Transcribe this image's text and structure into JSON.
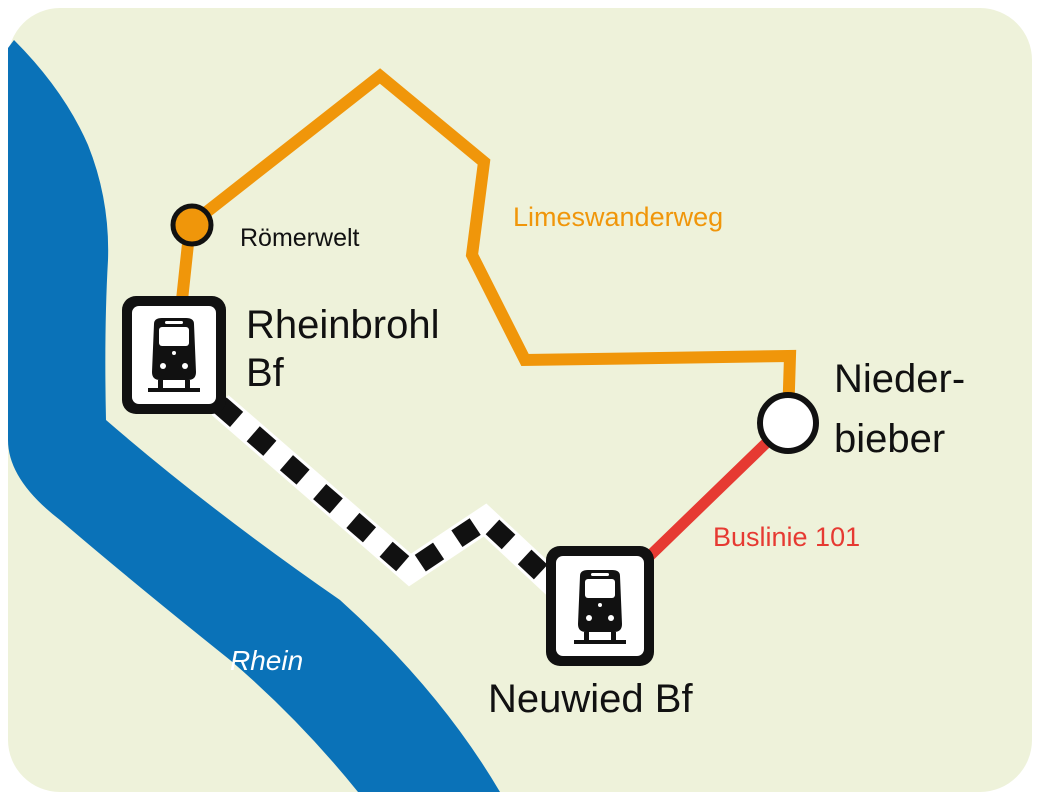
{
  "colors": {
    "background": "#ffffff",
    "land": "#eef2da",
    "river": "#0a72b8",
    "hiking_trail": "#f0960a",
    "bus_line": "#e63a32",
    "rail_line": "#111111",
    "station_box": "#111111"
  },
  "river": {
    "label": "Rhein",
    "icon": "river"
  },
  "stations": {
    "rheinbrohl": {
      "label_line1": "Rheinbrohl",
      "label_line2": "Bf",
      "icon": "train-icon"
    },
    "neuwied": {
      "label": "Neuwied Bf",
      "icon": "train-icon"
    }
  },
  "stops": {
    "roemerwelt": {
      "label": "Römerwelt",
      "marker": "orange-circle"
    },
    "niederbieber": {
      "label_line1": "Nieder-",
      "label_line2": "bieber",
      "marker": "white-circle"
    }
  },
  "routes": {
    "hiking": {
      "label": "Limeswanderweg"
    },
    "bus": {
      "label": "Buslinie 101"
    },
    "rail": {
      "style": "black-white-dashed"
    }
  }
}
